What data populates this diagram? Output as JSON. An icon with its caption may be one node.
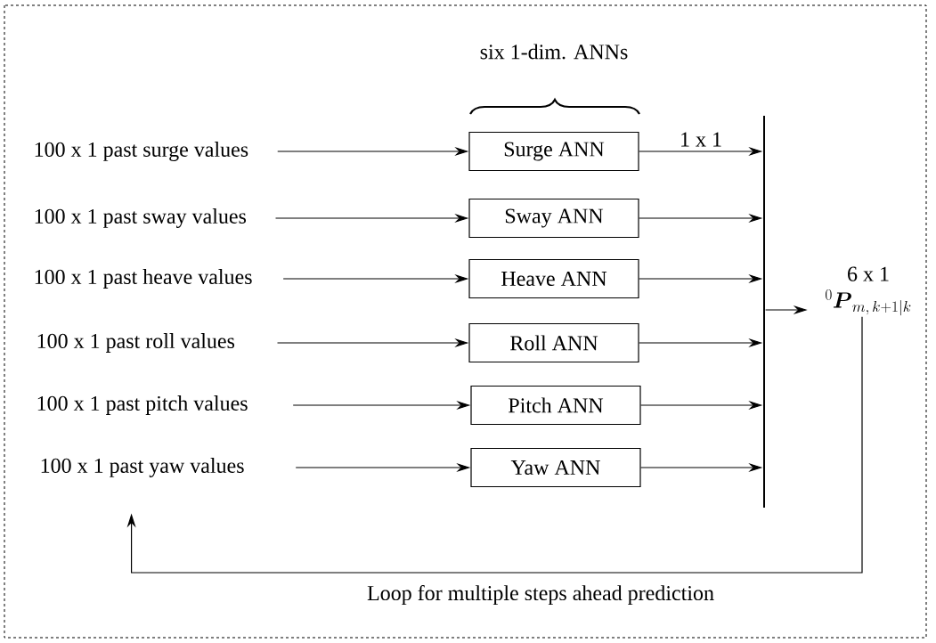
{
  "diagram": {
    "nodes": [
      {
        "text": [
          "100 x 1 past surge values"
        ]
      },
      {
        "text": [
          "100 x 1 past sway values"
        ]
      },
      {
        "text": [
          "100 x 1 past heave values"
        ]
      },
      {
        "text": [
          "100 x 1 past roll values"
        ]
      },
      {
        "text": [
          "100 x 1 past pitch values"
        ]
      },
      {
        "text": [
          "100 x 1 past yaw values"
        ]
      },
      {
        "text": [
          "Surge ANN"
        ]
      },
      {
        "text": [
          "Sway ANN"
        ]
      },
      {
        "text": [
          "Heave ANN"
        ]
      },
      {
        "text": [
          "Roll ANN"
        ]
      },
      {
        "text": [
          "Pitch ANN"
        ]
      },
      {
        "text": [
          "Yaw ANN"
        ]
      },
      {
        "text": [],
        "shape": "bar"
      },
      {
        "text": [
          "6 x 1",
          "^{0}\\boldsymbol{P}_{m,\\, k+1|k}"
        ]
      }
    ],
    "edges": [
      {
        "from": 0,
        "to": 6,
        "arrow": "to"
      },
      {
        "from": 1,
        "to": 7,
        "arrow": "to"
      },
      {
        "from": 2,
        "to": 8,
        "arrow": "to"
      },
      {
        "from": 3,
        "to": 9,
        "arrow": "to"
      },
      {
        "from": 4,
        "to": 10,
        "arrow": "to"
      },
      {
        "from": 5,
        "to": 11,
        "arrow": "to"
      },
      {
        "from": 6,
        "to": 12,
        "arrow": "to",
        "label": "1 x 1"
      },
      {
        "from": 7,
        "to": 12,
        "arrow": "to"
      },
      {
        "from": 8,
        "to": 12,
        "arrow": "to"
      },
      {
        "from": 9,
        "to": 12,
        "arrow": "to"
      },
      {
        "from": 10,
        "to": 12,
        "arrow": "to"
      },
      {
        "from": 11,
        "to": 12,
        "arrow": "to"
      },
      {
        "from": 12,
        "to": 13,
        "arrow": "to"
      },
      {
        "from": 13,
        "to": 5,
        "arrow": "to",
        "label": "Loop for multiple steps ahead prediction"
      }
    ],
    "labels": [
      "six 1-dim. ANNs"
    ]
  }
}
